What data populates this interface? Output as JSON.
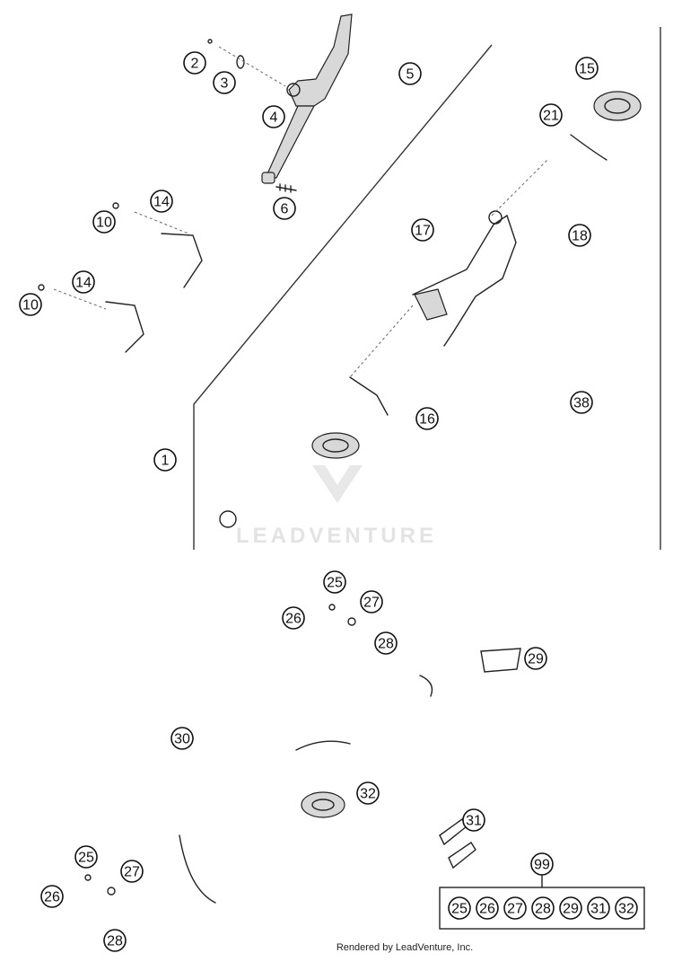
{
  "callouts": [
    {
      "id": "c2",
      "label": "2"
    },
    {
      "id": "c3",
      "label": "3"
    },
    {
      "id": "c4",
      "label": "4"
    },
    {
      "id": "c5",
      "label": "5"
    },
    {
      "id": "c6",
      "label": "6"
    },
    {
      "id": "c14a",
      "label": "14"
    },
    {
      "id": "c10a",
      "label": "10"
    },
    {
      "id": "c14b",
      "label": "14"
    },
    {
      "id": "c10b",
      "label": "10"
    },
    {
      "id": "c15",
      "label": "15"
    },
    {
      "id": "c21",
      "label": "21"
    },
    {
      "id": "c17",
      "label": "17"
    },
    {
      "id": "c18",
      "label": "18"
    },
    {
      "id": "c38",
      "label": "38"
    },
    {
      "id": "c16",
      "label": "16"
    },
    {
      "id": "c1",
      "label": "1"
    },
    {
      "id": "c25a",
      "label": "25"
    },
    {
      "id": "c27a",
      "label": "27"
    },
    {
      "id": "c26a",
      "label": "26"
    },
    {
      "id": "c28a",
      "label": "28"
    },
    {
      "id": "c29",
      "label": "29"
    },
    {
      "id": "c30",
      "label": "30"
    },
    {
      "id": "c32",
      "label": "32"
    },
    {
      "id": "c31",
      "label": "31"
    },
    {
      "id": "c25b",
      "label": "25"
    },
    {
      "id": "c27b",
      "label": "27"
    },
    {
      "id": "c26b",
      "label": "26"
    },
    {
      "id": "c28b",
      "label": "28"
    },
    {
      "id": "c99",
      "label": "99"
    }
  ],
  "kit": {
    "label": "99",
    "items": [
      "25",
      "26",
      "27",
      "28",
      "29",
      "31",
      "32"
    ]
  },
  "watermark": "LEADVENTURE",
  "footer": "Rendered by LeadVenture, Inc."
}
